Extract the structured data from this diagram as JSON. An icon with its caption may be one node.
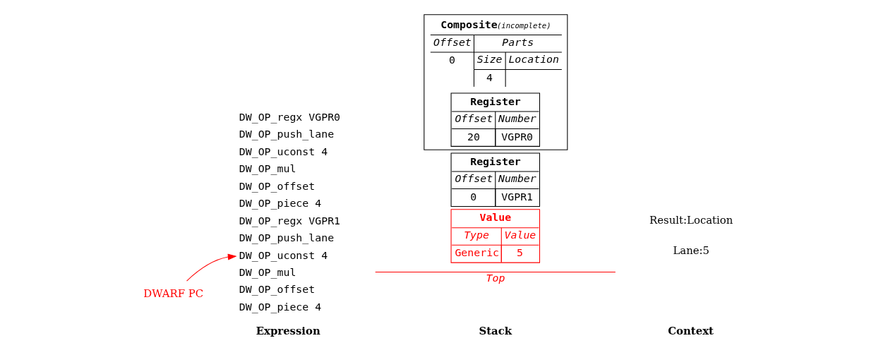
{
  "diagram": {
    "nodes": [
      {
        "text": [
          "DWARF PC"
        ]
      },
      {
        "text": [
          "DW_OP_regx VGPR0",
          "DW_OP_push_lane",
          "DW_OP_uconst 4",
          "DW_OP_mul",
          "DW_OP_offset",
          "DW_OP_piece 4",
          "DW_OP_regx VGPR1",
          "DW_OP_push_lane",
          "DW_OP_uconst 4",
          "DW_OP_mul",
          "DW_OP_offset",
          "DW_OP_piece 4"
        ]
      },
      {
        "text": [
          "Composite",
          "(incomplete)",
          "Offset",
          "Parts",
          "0",
          "Size",
          "Location",
          "4"
        ]
      },
      {
        "text": [
          "Register",
          "Offset",
          "Number",
          "20",
          "VGPR0"
        ],
        "in": 2
      },
      {
        "text": [
          "Register",
          "Offset",
          "Number",
          "0",
          "VGPR1"
        ]
      },
      {
        "text": [
          "Value",
          "Type",
          "Value",
          "Generic",
          "5"
        ]
      }
    ],
    "edges": [
      {
        "from": 0,
        "to": 1,
        "arrow": "to",
        "color": "#ff0000"
      }
    ],
    "labels": [
      "Expression",
      "Stack",
      "Context",
      "Top",
      "Result:Location",
      "Lane:5"
    ]
  }
}
